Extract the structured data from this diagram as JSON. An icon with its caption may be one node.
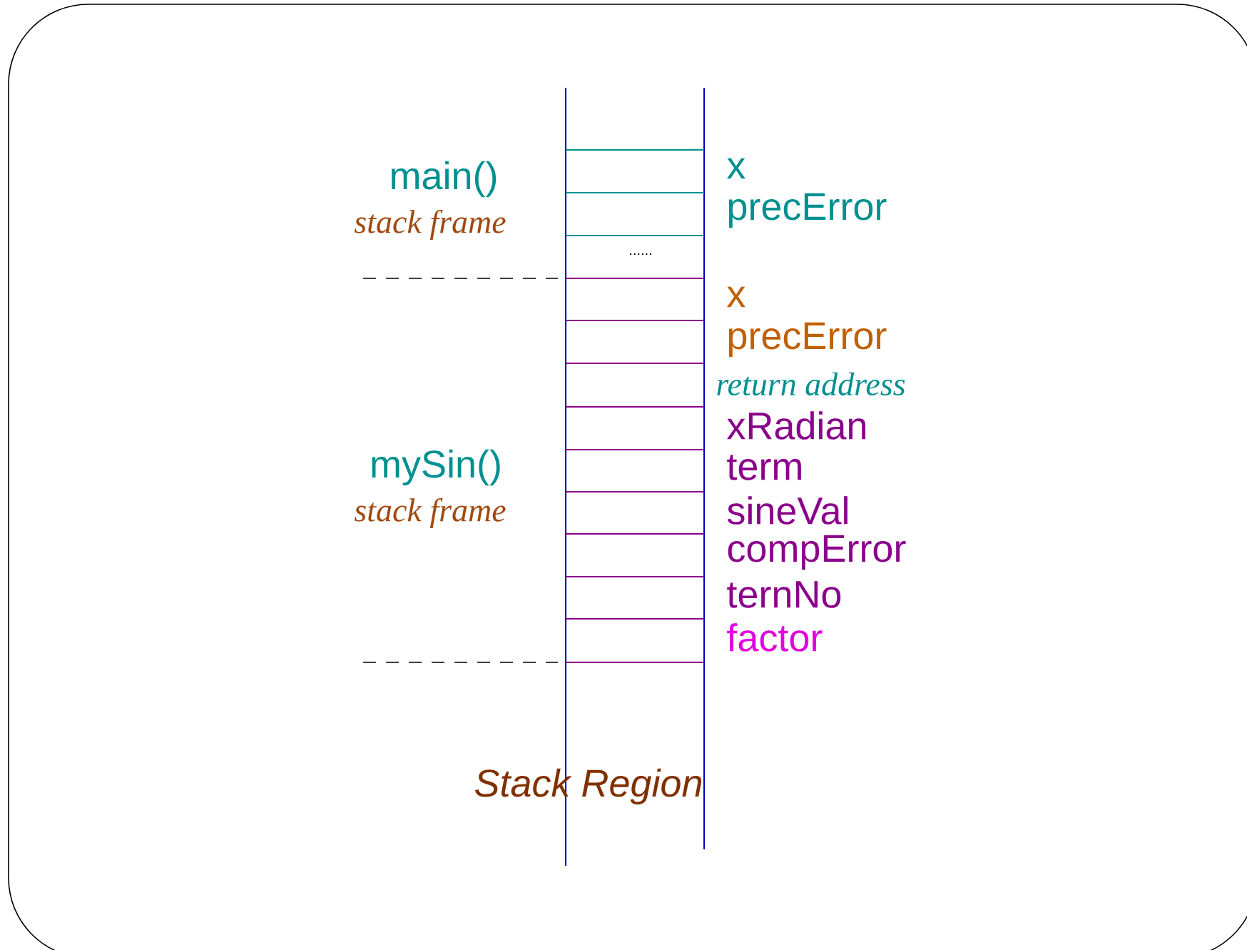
{
  "diagram": {
    "labels": [
      "main()",
      "x",
      "precError",
      "stack frame",
      "......",
      "x",
      "precError",
      "return address",
      "xRadian",
      "mySin()",
      "term",
      "sineVal",
      "stack frame",
      "compError",
      "ternNo",
      "factor",
      "Stack Region"
    ]
  }
}
